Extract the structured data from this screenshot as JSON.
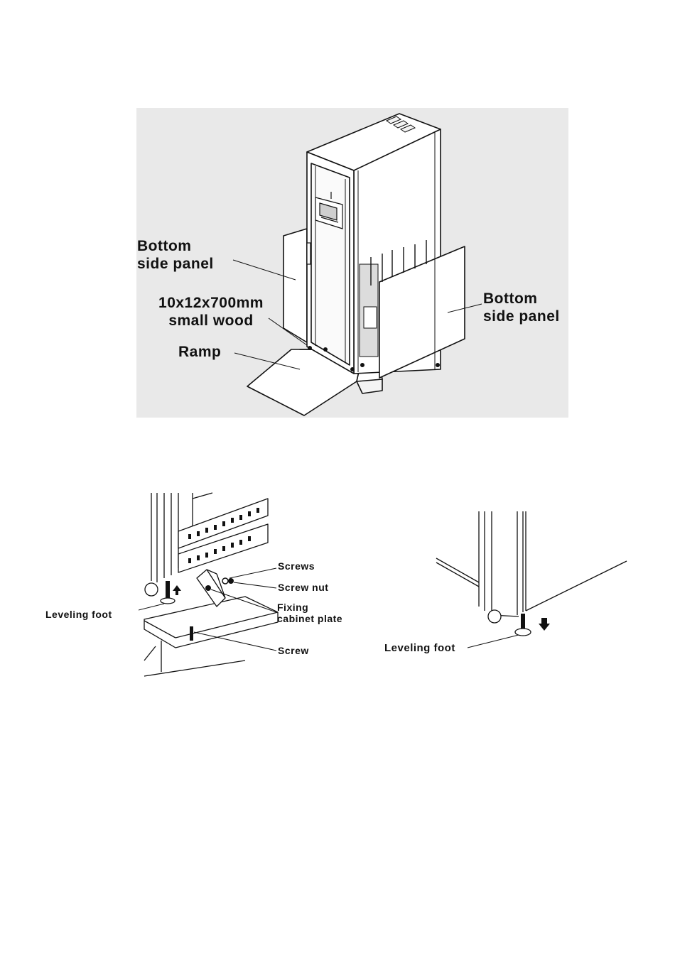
{
  "figure_top": {
    "labels": {
      "bottom_side_panel_left": [
        "Bottom",
        "side  panel"
      ],
      "small_wood": [
        "10x12x700mm",
        "small wood"
      ],
      "ramp": "Ramp",
      "bottom_side_panel_right": [
        "Bottom",
        "side  panel"
      ]
    }
  },
  "figure_bottom_left": {
    "labels": {
      "screws": "Screws",
      "screw_nut": "Screw nut",
      "fixing_plate": [
        "Fixing",
        "cabinet plate"
      ],
      "screw": "Screw",
      "leveling_foot": "Leveling  foot"
    }
  },
  "figure_bottom_right": {
    "labels": {
      "leveling_foot": "Leveling  foot"
    }
  }
}
